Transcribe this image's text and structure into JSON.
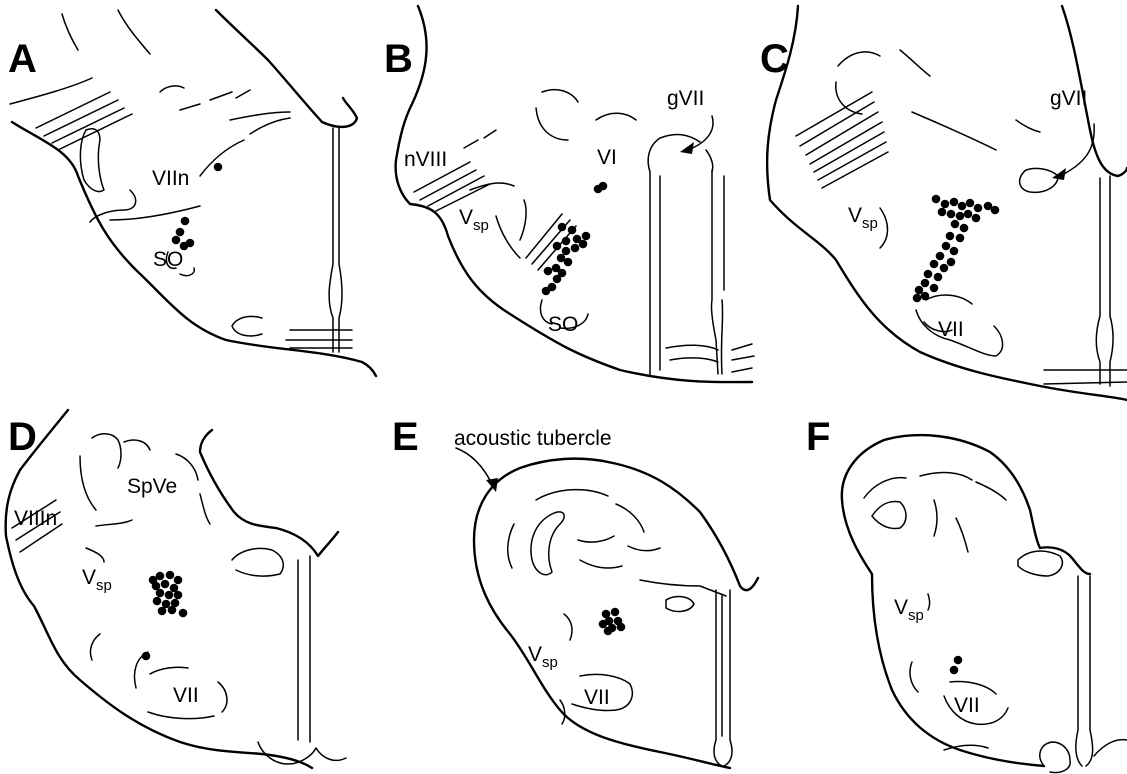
{
  "panels": {
    "A": {
      "letter": "A",
      "labels": {
        "viin": "VIIn",
        "so": "SO"
      },
      "dots": [
        [
          218,
          167
        ],
        [
          185,
          221
        ],
        [
          180,
          232
        ],
        [
          176,
          240
        ],
        [
          190,
          243
        ],
        [
          184,
          246
        ]
      ]
    },
    "B": {
      "letter": "B",
      "labels": {
        "nviii": "nVIII",
        "vi": "VI",
        "gvii": "gVII",
        "vsp_main": "V",
        "vsp_sub": "sp",
        "so": "SO"
      },
      "dots": [
        [
          598,
          189
        ],
        [
          603,
          186
        ],
        [
          562,
          227
        ],
        [
          572,
          230
        ],
        [
          566,
          241
        ],
        [
          577,
          239
        ],
        [
          586,
          236
        ],
        [
          557,
          246
        ],
        [
          566,
          251
        ],
        [
          575,
          248
        ],
        [
          583,
          244
        ],
        [
          561,
          258
        ],
        [
          568,
          262
        ],
        [
          556,
          268
        ],
        [
          548,
          271
        ],
        [
          562,
          273
        ],
        [
          557,
          279
        ],
        [
          546,
          291
        ],
        [
          552,
          287
        ]
      ]
    },
    "C": {
      "letter": "C",
      "labels": {
        "gvii": "gVII",
        "vsp_main": "V",
        "vsp_sub": "sp",
        "vii": "VII"
      },
      "dots": [
        [
          936,
          199
        ],
        [
          945,
          204
        ],
        [
          954,
          202
        ],
        [
          962,
          206
        ],
        [
          970,
          203
        ],
        [
          978,
          208
        ],
        [
          988,
          206
        ],
        [
          995,
          210
        ],
        [
          942,
          212
        ],
        [
          951,
          214
        ],
        [
          960,
          216
        ],
        [
          968,
          214
        ],
        [
          976,
          218
        ],
        [
          955,
          224
        ],
        [
          964,
          228
        ],
        [
          950,
          236
        ],
        [
          960,
          238
        ],
        [
          946,
          246
        ],
        [
          954,
          251
        ],
        [
          940,
          256
        ],
        [
          951,
          262
        ],
        [
          934,
          264
        ],
        [
          944,
          268
        ],
        [
          928,
          274
        ],
        [
          938,
          277
        ],
        [
          925,
          283
        ],
        [
          934,
          288
        ],
        [
          919,
          290
        ],
        [
          925,
          296
        ],
        [
          917,
          298
        ]
      ]
    },
    "D": {
      "letter": "D",
      "labels": {
        "viiin": "VIIIn",
        "spve": "SpVe",
        "vsp_main": "V",
        "vsp_sub": "sp",
        "vii": "VII"
      },
      "dots": [
        [
          153,
          580
        ],
        [
          160,
          576
        ],
        [
          170,
          575
        ],
        [
          178,
          580
        ],
        [
          156,
          586
        ],
        [
          165,
          584
        ],
        [
          174,
          588
        ],
        [
          160,
          593
        ],
        [
          169,
          595
        ],
        [
          178,
          595
        ],
        [
          157,
          601
        ],
        [
          166,
          604
        ],
        [
          175,
          603
        ],
        [
          162,
          611
        ],
        [
          172,
          610
        ],
        [
          183,
          613
        ],
        [
          146,
          656
        ]
      ]
    },
    "E": {
      "letter": "E",
      "labels": {
        "acoustic": "acoustic tubercle",
        "vsp_main": "V",
        "vsp_sub": "sp",
        "vii": "VII"
      },
      "dots": [
        [
          606,
          614
        ],
        [
          615,
          612
        ],
        [
          609,
          621
        ],
        [
          618,
          621
        ],
        [
          603,
          624
        ],
        [
          612,
          628
        ],
        [
          621,
          627
        ],
        [
          608,
          631
        ]
      ]
    },
    "F": {
      "letter": "F",
      "labels": {
        "vsp_main": "V",
        "vsp_sub": "sp",
        "vii": "VII"
      },
      "dots": [
        [
          958,
          660
        ],
        [
          954,
          670
        ]
      ]
    }
  }
}
